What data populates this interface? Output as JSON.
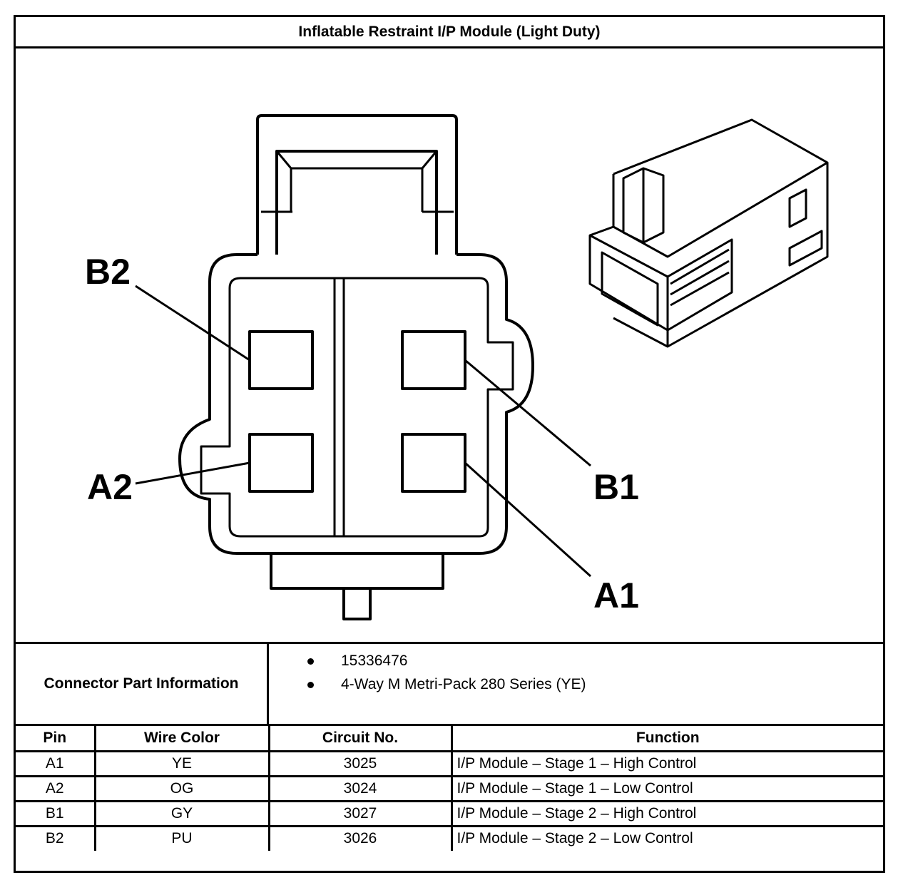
{
  "title": "Inflatable Restraint I/P Module (Light Duty)",
  "diagram": {
    "pin_labels": {
      "b2": "B2",
      "a2": "A2",
      "b1": "B1",
      "a1": "A1"
    }
  },
  "connector_info": {
    "label": "Connector Part Information",
    "items": [
      "15336476",
      "4-Way M Metri-Pack 280 Series (YE)"
    ]
  },
  "pin_table": {
    "headers": {
      "pin": "Pin",
      "wire_color": "Wire Color",
      "circuit": "Circuit No.",
      "function": "Function"
    },
    "rows": [
      {
        "pin": "A1",
        "wire_color": "YE",
        "circuit": "3025",
        "function": "I/P Module – Stage 1 – High Control"
      },
      {
        "pin": "A2",
        "wire_color": "OG",
        "circuit": "3024",
        "function": "I/P Module – Stage 1 – Low Control"
      },
      {
        "pin": "B1",
        "wire_color": "GY",
        "circuit": "3027",
        "function": "I/P Module – Stage 2 – High Control"
      },
      {
        "pin": "B2",
        "wire_color": "PU",
        "circuit": "3026",
        "function": "I/P Module – Stage 2 – Low Control"
      }
    ]
  }
}
